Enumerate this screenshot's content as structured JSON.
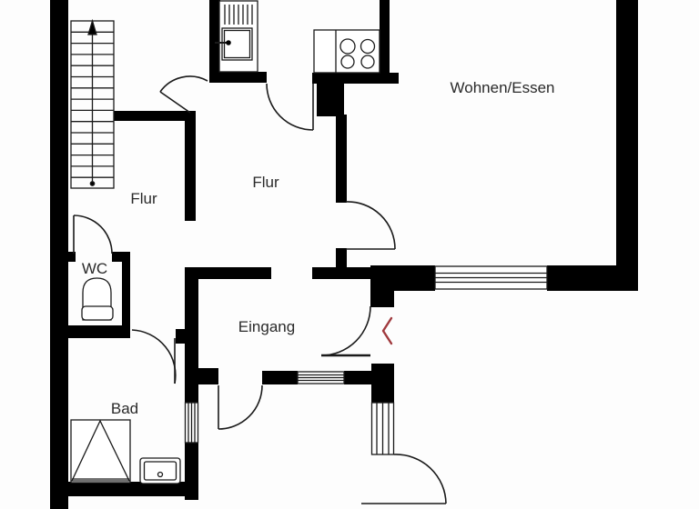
{
  "floorplan": {
    "type": "apartment-floor-plan",
    "rooms": {
      "wohnen_essen": {
        "label": "Wohnen/Essen"
      },
      "flur_left": {
        "label": "Flur"
      },
      "flur_center": {
        "label": "Flur"
      },
      "wc": {
        "label": "WC"
      },
      "eingang": {
        "label": "Eingang"
      },
      "bad": {
        "label": "Bad"
      }
    },
    "fixtures": [
      "staircase-up-arrow",
      "kitchen-sink",
      "stove-hob-4-burners",
      "toilet",
      "shower-tray",
      "washbasin"
    ],
    "symbols": {
      "window_count": 4,
      "door_swing_count": 8,
      "entrance_marker": "chevron-left"
    },
    "colors": {
      "wall": "#000000",
      "line": "#1a1a1a",
      "fill": "#ffffff",
      "text": "#2a2a2a",
      "entrance_marker": "#a03a3e"
    }
  }
}
